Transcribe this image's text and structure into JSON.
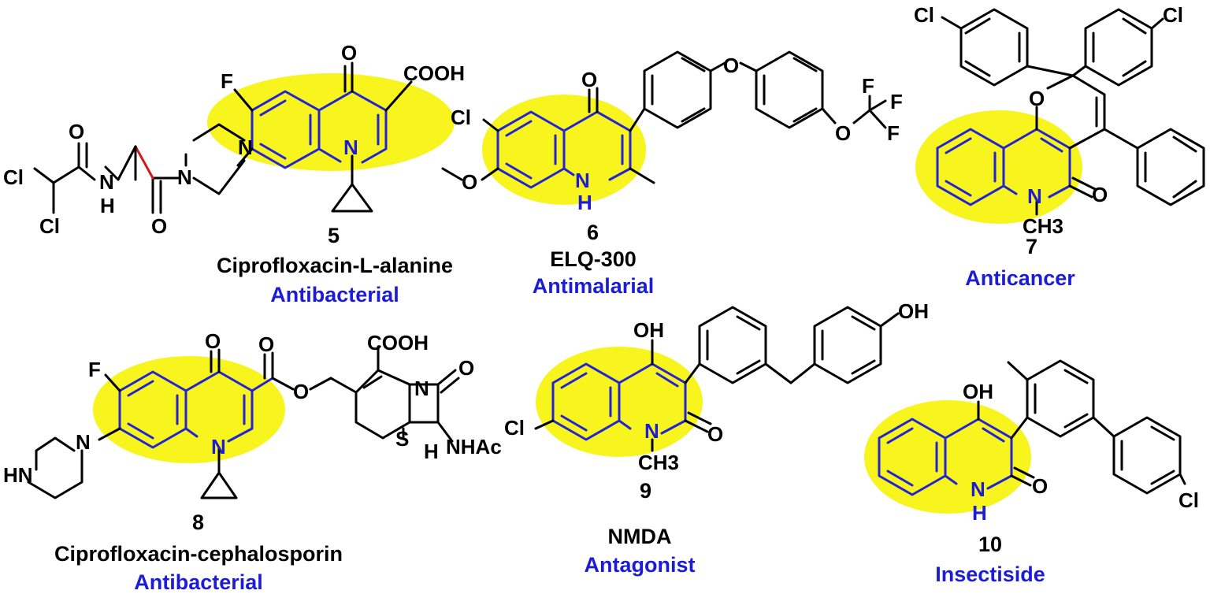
{
  "compounds": [
    {
      "number": "5",
      "name": "Ciprofloxacin-L-alanine",
      "activity": "Antibacterial",
      "atoms": {
        "f": "F",
        "o_keto": "O",
        "cooh": "COOH",
        "n_ring": "N",
        "n_pip1": "N",
        "n_pip2": "N",
        "o_amide1": "O",
        "o_amide2": "O",
        "nh": "N",
        "h": "H",
        "cl1": "Cl",
        "cl2": "Cl"
      }
    },
    {
      "number": "6",
      "name": "ELQ-300",
      "activity": "Antimalarial",
      "atoms": {
        "o_keto": "O",
        "cl": "Cl",
        "o_methoxy": "O",
        "nh_n": "N",
        "nh_h": "H",
        "o_ether": "O",
        "o_cf3": "O",
        "f1": "F",
        "f2": "F",
        "f3": "F"
      }
    },
    {
      "number": "7",
      "name": "",
      "activity": "Anticancer",
      "atoms": {
        "cl1": "Cl",
        "cl2": "Cl",
        "o_pyran": "O",
        "n_ring": "N",
        "o_keto": "O",
        "ch3": "CH3"
      }
    },
    {
      "number": "8",
      "name": "Ciprofloxacin-cephalosporin",
      "activity": "Antibacterial",
      "atoms": {
        "o_keto": "O",
        "o_ester1": "O",
        "o_ester2": "O",
        "f": "F",
        "hn": "HN",
        "n_pip": "N",
        "n_ring": "N",
        "cooh": "COOH",
        "n_lactam": "N",
        "o_lactam": "O",
        "s": "S",
        "h": "H",
        "nhac": "NHAc"
      }
    },
    {
      "number": "9",
      "name": "NMDA",
      "activity": "Antagonist",
      "atoms": {
        "oh1": "OH",
        "oh2": "OH",
        "cl": "Cl",
        "n_ring": "N",
        "o_keto": "O",
        "ch3": "CH3"
      }
    },
    {
      "number": "10",
      "name": "",
      "activity": "Insectiside",
      "atoms": {
        "oh": "OH",
        "cl": "Cl",
        "nh_n": "N",
        "nh_h": "H",
        "o_keto": "O"
      }
    }
  ],
  "colors": {
    "highlight": "#f7f41e",
    "core_bonds": "#2323d6",
    "label_blue": "#1c1cd6",
    "methyl_red": "#d21a1a",
    "bonds": "#000000"
  }
}
